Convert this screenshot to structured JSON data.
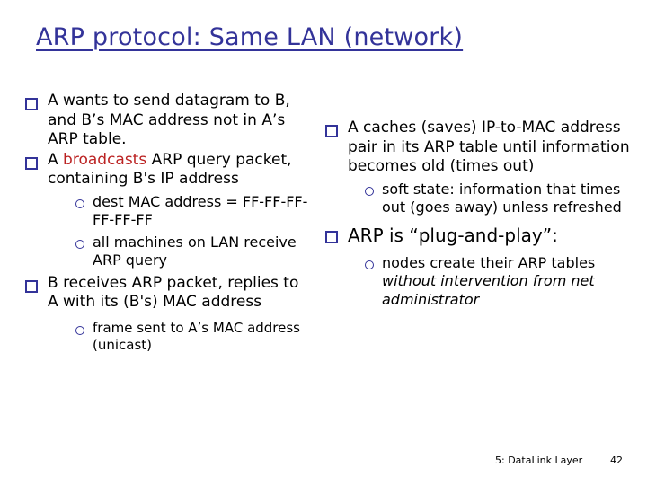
{
  "slide": {
    "title": "ARP protocol: Same LAN (network)",
    "title_color": "#333399",
    "background_color": "#ffffff",
    "bullet_marker_color": "#333399",
    "highlight_color": "#bb2222"
  },
  "left_column": {
    "items": [
      {
        "level": 1,
        "marker": "square-bullet-icon",
        "text_before": "A wants to send datagram to B, and B’s MAC address not in A’s ARP table.",
        "highlight": "",
        "text_after": ""
      },
      {
        "level": 1,
        "marker": "square-bullet-icon",
        "text_before": "A ",
        "highlight": "broadcasts",
        "text_after": " ARP query packet, containing B's IP address"
      },
      {
        "level": 2,
        "marker": "circle-bullet-icon",
        "text_before": "dest MAC address = FF-FF-FF-FF-FF-FF",
        "highlight": "",
        "text_after": ""
      },
      {
        "level": 2,
        "marker": "circle-bullet-icon",
        "text_before": "all machines on LAN receive ARP query",
        "highlight": "",
        "text_after": ""
      },
      {
        "level": 1,
        "marker": "square-bullet-icon",
        "text_before": "B receives ARP packet, replies to A with its (B's) MAC address",
        "highlight": "",
        "text_after": ""
      },
      {
        "level": 2,
        "marker": "circle-bullet-icon",
        "text_before": "frame sent to A’s MAC address (unicast)",
        "highlight": "",
        "text_after": ""
      }
    ]
  },
  "right_column": {
    "items": [
      {
        "level": 1,
        "marker": "square-bullet-icon",
        "text_before": "A caches (saves) IP-to-MAC address pair in its ARP table until information becomes old (times out)",
        "italic": "",
        "text_after": ""
      },
      {
        "level": 2,
        "marker": "circle-bullet-icon",
        "text_before": "soft state: information that times out (goes away) unless refreshed",
        "italic": "",
        "text_after": ""
      },
      {
        "level": 1,
        "marker": "square-bullet-icon",
        "text_before": "ARP is “plug-and-play”:",
        "italic": "",
        "text_after": ""
      },
      {
        "level": 2,
        "marker": "circle-bullet-icon",
        "text_before": "nodes create their ARP tables ",
        "italic": "without intervention from net administrator",
        "text_after": ""
      }
    ]
  },
  "footer": {
    "label": "5: DataLink Layer",
    "page_number": "42"
  }
}
